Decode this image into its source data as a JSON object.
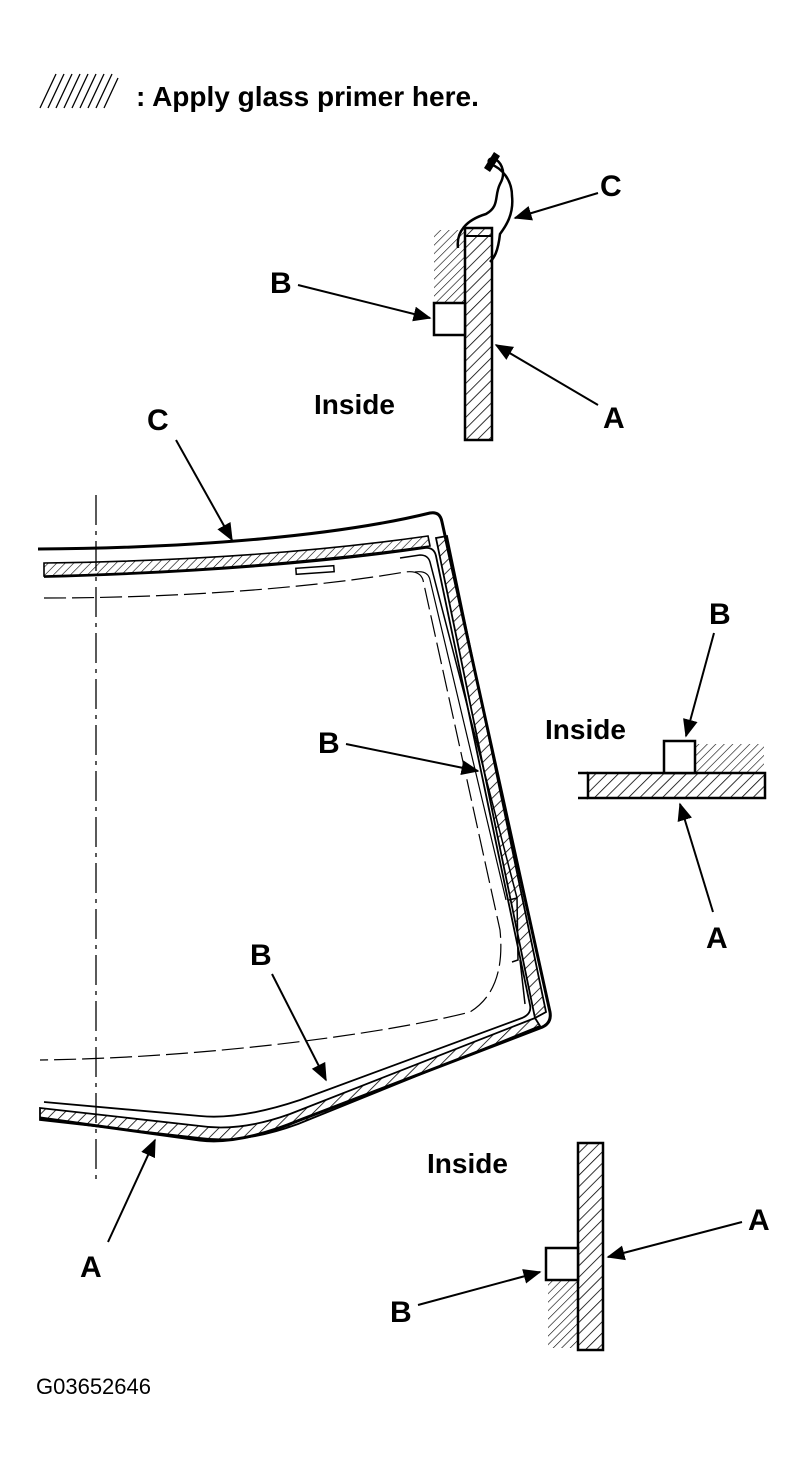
{
  "legend": {
    "text": ": Apply glass primer here.",
    "icon": "hatch-swatch-icon"
  },
  "labels": {
    "a": "A",
    "b": "B",
    "c": "C",
    "inside": "Inside"
  },
  "figure_code": "G03652646",
  "colors": {
    "ink": "#000000",
    "paper": "#ffffff"
  }
}
